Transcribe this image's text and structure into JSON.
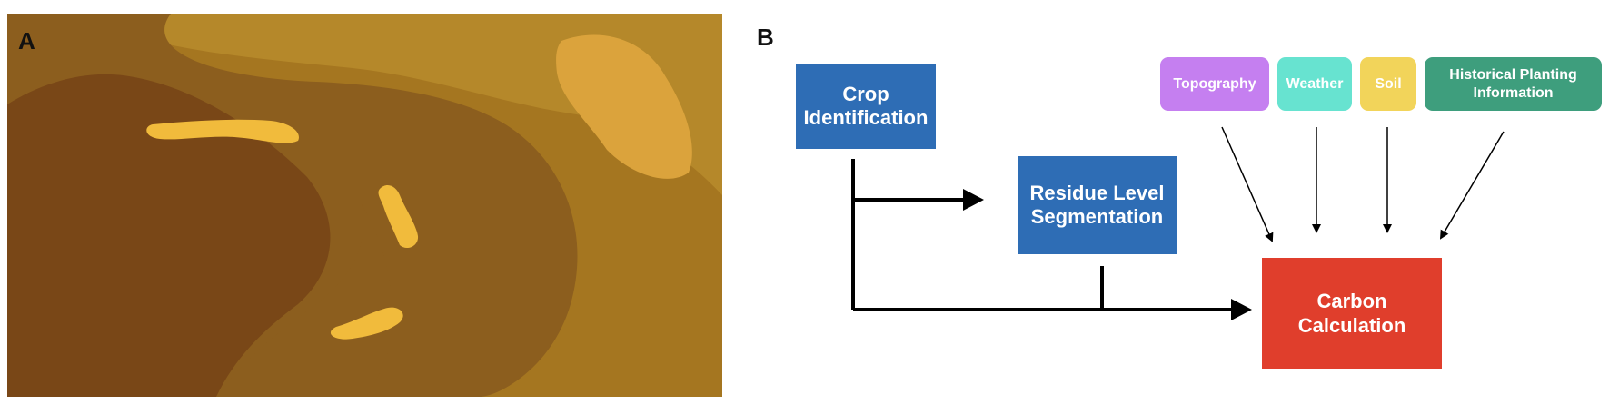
{
  "panel_a": {
    "letter": "A"
  },
  "panel_b": {
    "letter": "B",
    "boxes": {
      "crop": "Crop\nIdentification",
      "residue": "Residue Level\nSegmentation",
      "carbon": "Carbon\nCalculation"
    },
    "inputs": {
      "topography": "Topography",
      "weather": "Weather",
      "soil": "Soil",
      "historical": "Historical Planting\nInformation"
    },
    "colors": {
      "process_box": "#2e6db5",
      "output_box": "#e03e2c",
      "topography": "#c57ff0",
      "weather": "#67e3d0",
      "soil": "#f2d45a",
      "historical": "#3e9e7d"
    }
  }
}
